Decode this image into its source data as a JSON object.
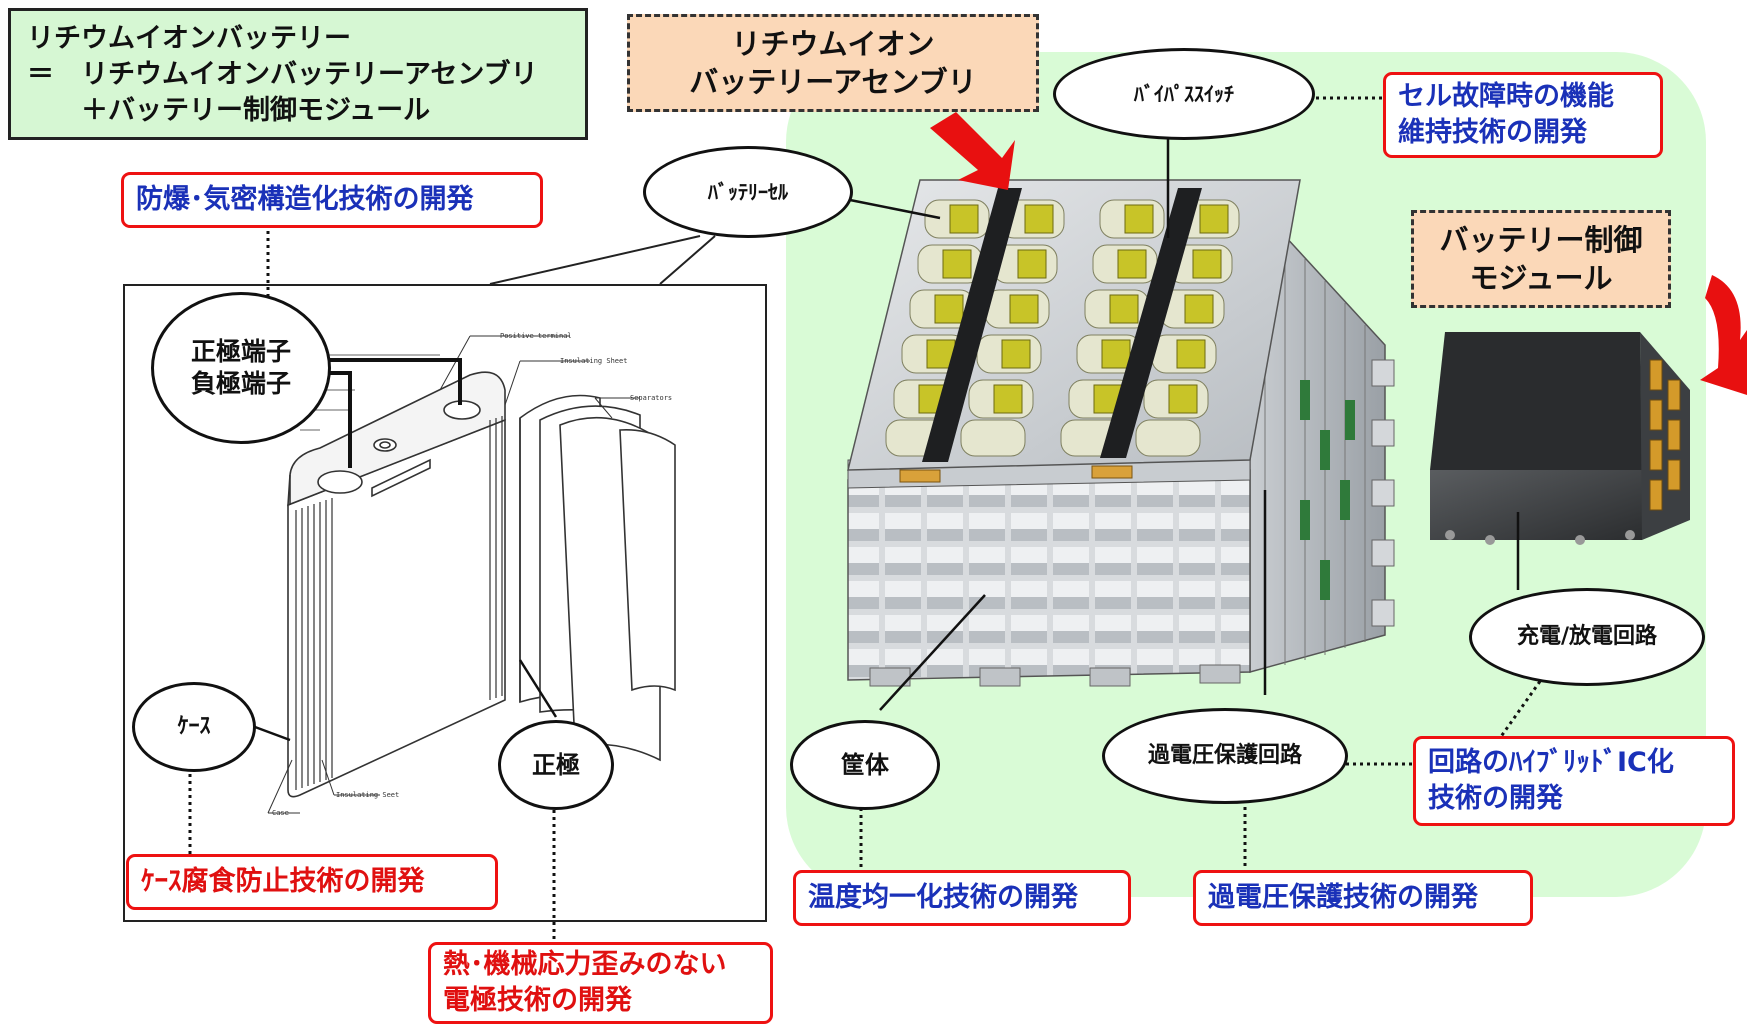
{
  "definition": {
    "line1": "リチウムイオンバッテリー",
    "line2": "＝　リチウムイオンバッテリーアセンブリ",
    "line3": "　　＋バッテリー制御モジュール"
  },
  "assembly_label": {
    "line1": "リチウムイオン",
    "line2": "バッテリーアセンブリ"
  },
  "control_module_label": {
    "line1": "バッテリー制御",
    "line2": "モジュール"
  },
  "callouts": {
    "bypass_switch": "ﾊﾞｲﾊﾟｽｽｲｯﾁ",
    "battery_cell": "ﾊﾞｯﾃﾘｰｾﾙ",
    "terminals_line1": "正極端子",
    "terminals_line2": "負極端子",
    "case": "ｹｰｽ",
    "positive_electrode": "正極",
    "housing": "筐体",
    "overvoltage_circuit": "過電圧保護回路",
    "charge_discharge_circuit": "充電/放電回路"
  },
  "tech_tags": {
    "cell_failure_line1": "セル故障時の機能",
    "cell_failure_line2": "維持技術の開発",
    "explosion_proof": "防爆･気密構造化技術の開発",
    "case_corrosion": "ｹｰｽ腐食防止技術の開発",
    "electrode_line1": "熱･機械応力歪みのない",
    "electrode_line2": "電極技術の開発",
    "temperature": "温度均一化技術の開発",
    "overvoltage": "過電圧保護技術の開発",
    "hybrid_ic_line1": "回路のﾊｲﾌﾞﾘｯﾄﾞIC化",
    "hybrid_ic_line2": "技術の開発"
  },
  "drawing_labels": {
    "positive_terminal": "Positive terminal",
    "insulating_sheet": "Insulating Sheet",
    "separators": "Separators",
    "insulating_seet": "Insulating Seet",
    "case": "Case"
  },
  "colors": {
    "green_background": "#d9fbd6",
    "definition_box": "#d6f7d3",
    "dashed_label_box": "#fbd8b8",
    "tag_border": "#e11111",
    "tag_text_blue": "#1a31b8",
    "tag_text_red": "#e01010",
    "arrow": "#e81010"
  }
}
